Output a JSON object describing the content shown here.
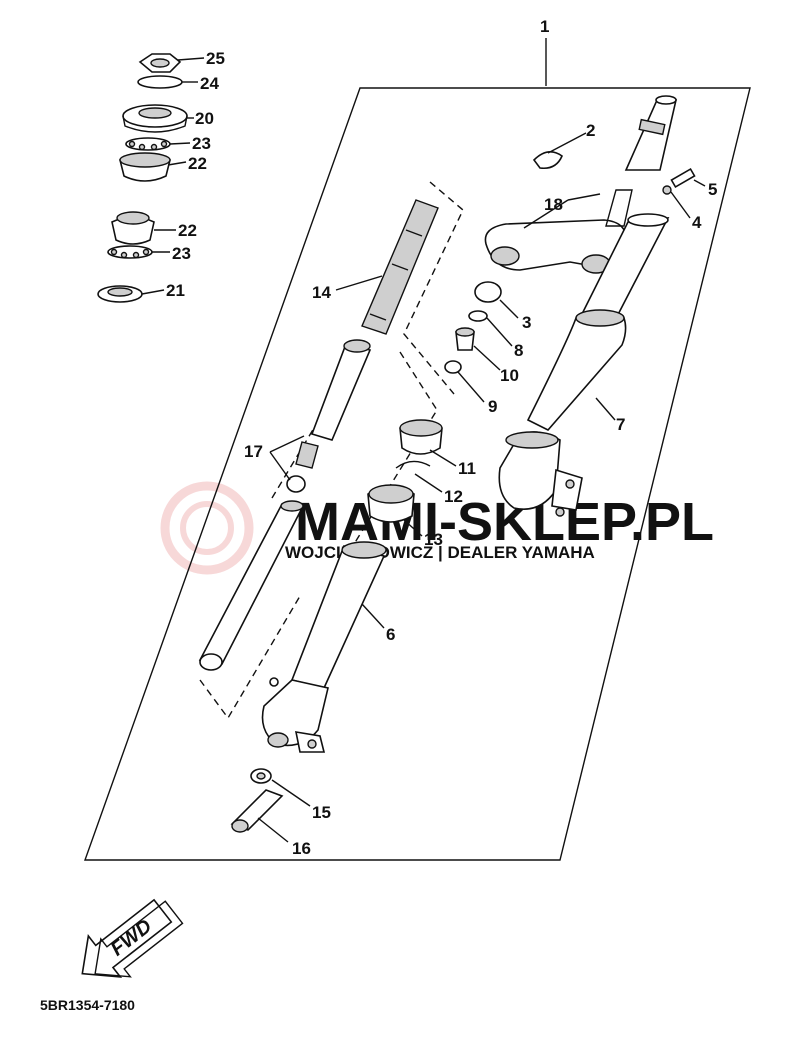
{
  "callouts": [
    "1",
    "2",
    "3",
    "4",
    "5",
    "6",
    "7",
    "8",
    "9",
    "10",
    "11",
    "12",
    "13",
    "14",
    "15",
    "16",
    "17",
    "18",
    "20",
    "21",
    "22",
    "22",
    "23",
    "23",
    "24",
    "25"
  ],
  "fwd_label": "FWD",
  "diagram_code": "5BR1354-7180",
  "watermark": {
    "name": "MAMI-SKLEP.PL",
    "sub": "WOJCIECHOWICZ | DEALER YAMAHA",
    "color": "#d73c3c"
  }
}
